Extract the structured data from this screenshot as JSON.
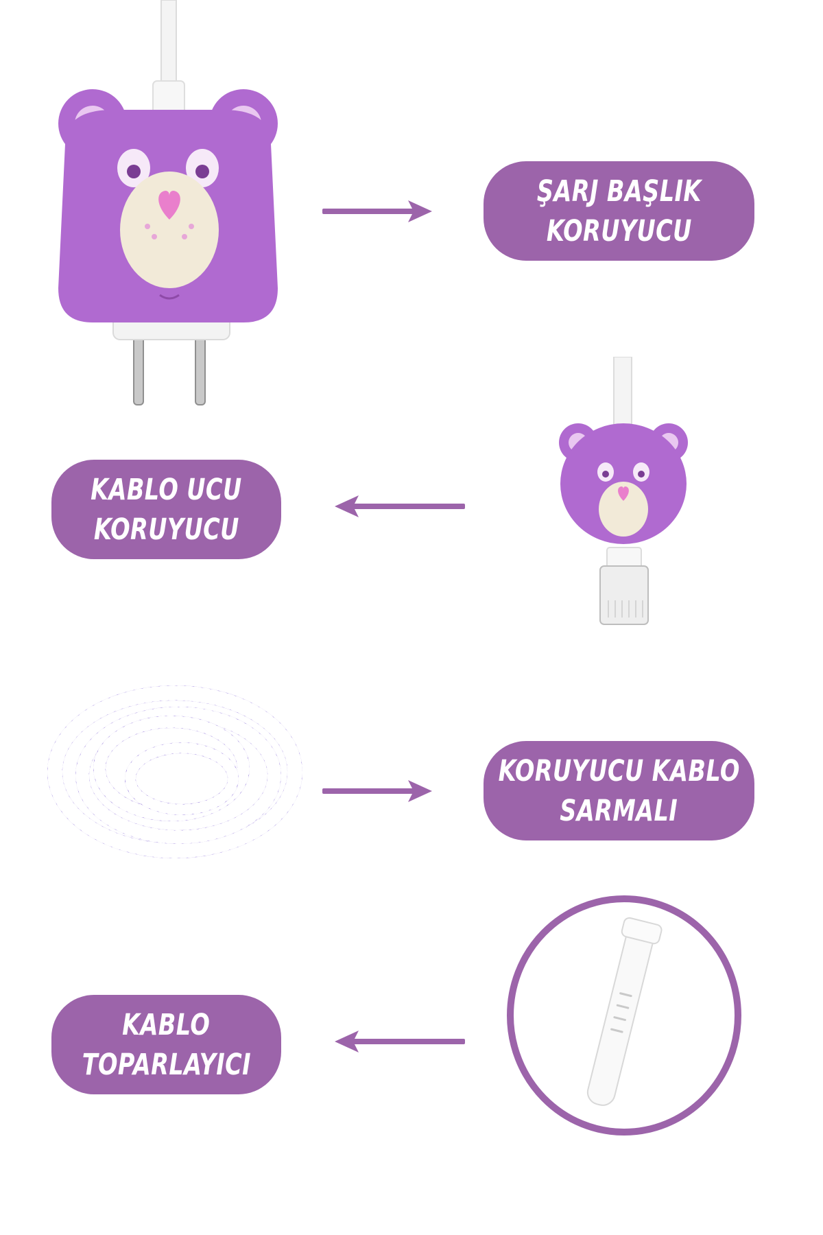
{
  "colors": {
    "accent": "#9c64aa",
    "bear_purple": "#b06ad0",
    "bear_face": "#f2ead8",
    "heart_pink": "#e97fcc",
    "spiral_lilac": "#a48ee0"
  },
  "items": [
    {
      "label_lines": [
        "ŞARJ BAŞLIK",
        "KORUYUCU"
      ],
      "arrow": "arrow-right-icon",
      "image": "bear-charger-protector"
    },
    {
      "label_lines": [
        "KABLO UCU",
        "KORUYUCU"
      ],
      "arrow": "arrow-left-icon",
      "image": "bear-cable-end-protector"
    },
    {
      "label_lines": [
        "KORUYUCU KABLO",
        "SARMALI"
      ],
      "arrow": "arrow-right-icon",
      "image": "cable-spiral-coil"
    },
    {
      "label_lines": [
        "KABLO",
        "TOPARLAYICI"
      ],
      "arrow": "arrow-left-icon",
      "image": "cable-organizer-strap"
    }
  ]
}
